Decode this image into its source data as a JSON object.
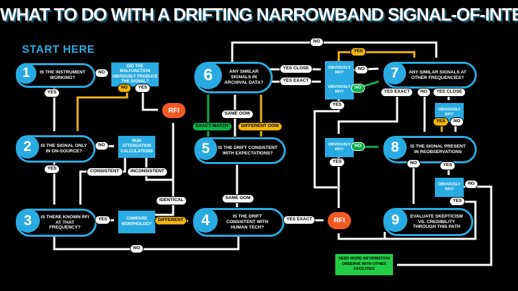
{
  "title": "WHAT TO DO WITH A DRIFTING NARROWBAND SIGNAL-OF-INTEREST",
  "start_here": "START HERE",
  "colors": {
    "background": "#000000",
    "cyan": "#29ABE2",
    "orange": "#F15A24",
    "yellow": "#F0B310",
    "green": "#0DB14B",
    "bright_green": "#22CC44"
  },
  "nodes": {
    "n1": {
      "num": "1",
      "text": "IS THE INSTRUMENT WORKING?"
    },
    "n2": {
      "num": "2",
      "text": "IS THE SIGNAL ONLY IN ON-SOURCE?"
    },
    "n3": {
      "num": "3",
      "text": "IS THERE KNOWN RFI AT THAT FREQUENCY?"
    },
    "n4": {
      "num": "4",
      "text": "IS THE DRIFT CONSISTENT WITH HUMAN TECH?"
    },
    "n5": {
      "num": "5",
      "text": "IS THE DRIFT CONSISTENT WITH EXPECTATIONS?"
    },
    "n6": {
      "num": "6",
      "text": "ANY SIMILAR SIGNALS IN ARCHIVAL DATA?"
    },
    "n7": {
      "num": "7",
      "text": "ANY SIMILAR SIGNALS AT OTHER FREQUENCIES?"
    },
    "n8": {
      "num": "8",
      "text": "IS THE SIGNAL PRESENT IN REOBSERVATIONS"
    },
    "n9": {
      "num": "9",
      "text": "EVALUATE SKEPTICISM VS. CREDIBILITY THROUGH THIS PATH"
    }
  },
  "boxes": {
    "malfunction": "DID THE MALFUNCTION OBVIOUSLY PRODUCE THE SIGNAL?",
    "attenuation": "RUN ATTENUATION CALCULATIONS",
    "morphology": "COMPARE MORPHOLOGY",
    "obviously_rfi": "OBVIOUSLY RFI?",
    "need_more_info": "NEED MORE INFORMATION OBSERVE WITH OTHER FACILITIES"
  },
  "terminals": {
    "rfi": "RFI"
  },
  "labels": {
    "yes": "YES",
    "no": "NO",
    "yes_close": "YES CLOSE",
    "yes_exact": "YES EXACT",
    "consistent": "CONSISTENT",
    "inconsistent": "INCONSISTENT",
    "identical": "IDENTICAL",
    "different": "DIFFERENT",
    "same_oom": "SAME OOM",
    "exact_match": "EXACT MATCH",
    "different_oom": "DIFFERENT OOM"
  }
}
